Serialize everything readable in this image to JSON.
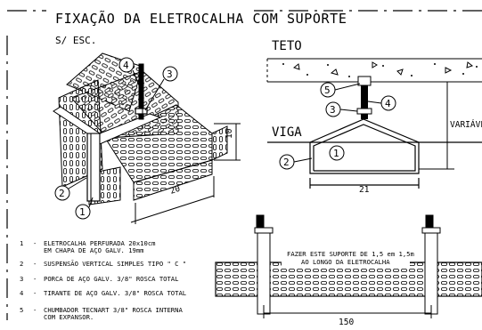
{
  "title": "FIXAÇÃO DA ELETROCALHA COM SUPORTE",
  "scale": "S/ ESC.",
  "labels": {
    "teto": "TETO",
    "viga": "VIGA",
    "variavel": "VARIÁVEL"
  },
  "callouts": [
    "1",
    "2",
    "3",
    "4",
    "5"
  ],
  "dimensions": {
    "height_10": "10",
    "length_20": "20",
    "width_21": "21",
    "span_150": "150"
  },
  "support_note": [
    "FAZER ESTE SUPORTE DE 1,5 em 1,5m",
    "AO LONGO DA ELETROCALHA"
  ],
  "legend": [
    {
      "num": "1",
      "dash": "-",
      "lines": [
        "ELETROCALHA PERFURADA 20x10cm",
        "EM CHAPA DE AÇO GALV. 19mm"
      ]
    },
    {
      "num": "2",
      "dash": "-",
      "lines": [
        "SUSPENSÃO VERTICAL SIMPLES TIPO \" C \""
      ]
    },
    {
      "num": "3",
      "dash": "-",
      "lines": [
        "PORCA DE AÇO GALV. 3/8\" ROSCA TOTAL"
      ]
    },
    {
      "num": "4",
      "dash": "-",
      "lines": [
        "TIRANTE DE AÇO GALV. 3/8\" ROSCA TOTAL"
      ]
    },
    {
      "num": "5",
      "dash": "-",
      "lines": [
        "CHUMBADOR TECNART 3/8\" ROSCA INTERNA",
        "COM EXPANSOR."
      ]
    }
  ],
  "colors": {
    "ink": "#000000",
    "paper": "#ffffff"
  }
}
